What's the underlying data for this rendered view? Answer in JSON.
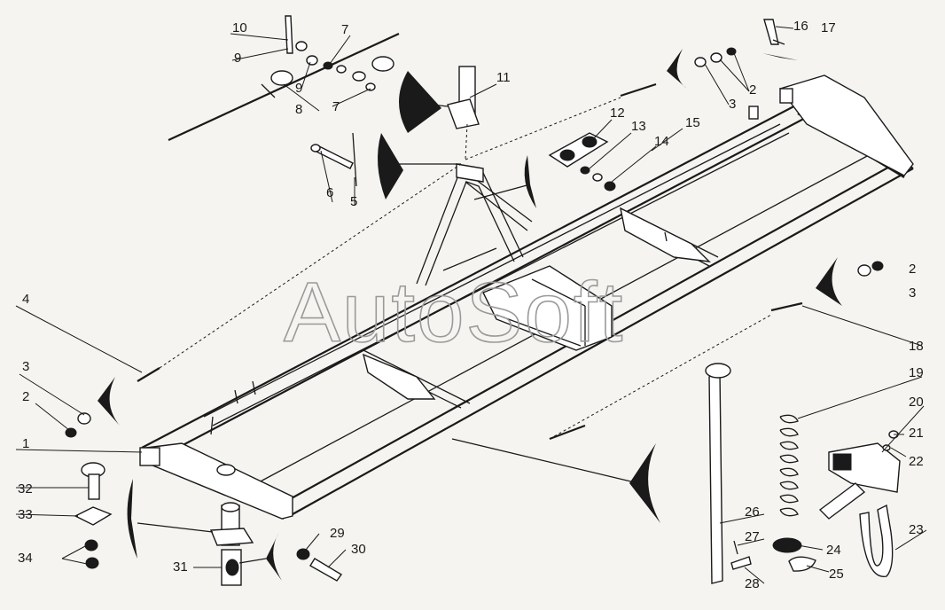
{
  "watermark": "AutoSoft",
  "callouts": {
    "c1": "1",
    "c2a": "2",
    "c2b": "2",
    "c2c": "2",
    "c3a": "3",
    "c3b": "3",
    "c3c": "3",
    "c4": "4",
    "c5": "5",
    "c6": "6",
    "c7a": "7",
    "c7b": "7",
    "c8": "8",
    "c9a": "9",
    "c9b": "9",
    "c10": "10",
    "c11": "11",
    "c12": "12",
    "c13": "13",
    "c14": "14",
    "c15": "15",
    "c16": "16",
    "c17": "17",
    "c18": "18",
    "c19": "19",
    "c20": "20",
    "c21": "21",
    "c22": "22",
    "c23": "23",
    "c24": "24",
    "c25": "25",
    "c26": "26",
    "c27": "27",
    "c28": "28",
    "c29": "29",
    "c30": "30",
    "c31": "31",
    "c32": "32",
    "c33": "33",
    "c34": "34"
  },
  "colors": {
    "ink": "#1a1a1a",
    "paper": "#f6f4f0",
    "watermark": "#9a9a9a"
  }
}
